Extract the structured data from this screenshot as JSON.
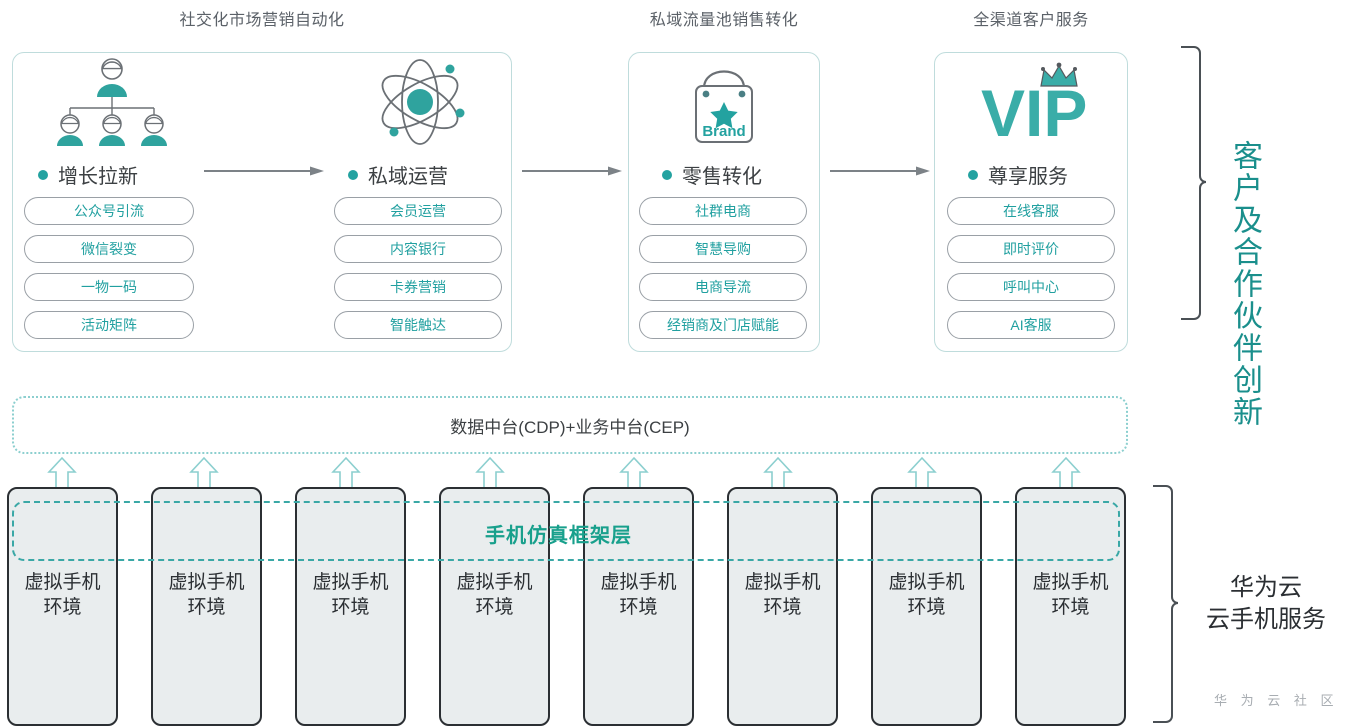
{
  "colors": {
    "teal": "#21a0a0",
    "teal_dark": "#1a8f8c",
    "teal_light": "#8ccfcf",
    "gray_text": "#3c4043",
    "pill_border": "#9aa0a6",
    "phone_fill": "#e9edee",
    "phone_border": "#2b2f33"
  },
  "columns": [
    {
      "title": "社交化市场营销自动化"
    },
    {
      "title": "私域流量池销售转化"
    },
    {
      "title": "全渠道客户服务"
    }
  ],
  "stages": [
    {
      "icon": "org-chart-people-icon",
      "name": "增长拉新",
      "pills": [
        "公众号引流",
        "微信裂变",
        "一物一码",
        "活动矩阵"
      ]
    },
    {
      "icon": "atom-icon",
      "name": "私域运营",
      "pills": [
        "会员运营",
        "内容银行",
        "卡券营销",
        "智能触达"
      ]
    },
    {
      "icon": "shopping-bag-brand-icon",
      "icon_text": "Brand",
      "name": "零售转化",
      "pills": [
        "社群电商",
        "智慧导购",
        "电商导流",
        "经销商及门店赋能"
      ]
    },
    {
      "icon": "vip-crown-icon",
      "icon_text": "VIP",
      "name": "尊享服务",
      "pills": [
        "在线客服",
        "即时评价",
        "呼叫中心",
        "AI客服"
      ]
    }
  ],
  "middle_band": {
    "label": "数据中台(CDP)+业务中台(CEP)"
  },
  "simulation_layer": {
    "label": "手机仿真框架层"
  },
  "phones": {
    "count": 8,
    "label_line1": "虚拟手机",
    "label_line2": "环境"
  },
  "right_panel": {
    "top_label": "客户及合作伙伴创新",
    "bottom_label_line1": "华为云",
    "bottom_label_line2": "云手机服务"
  },
  "watermark": "华 为 云 社 区"
}
